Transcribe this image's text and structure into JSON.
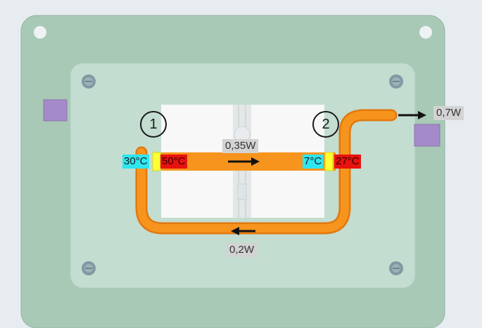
{
  "markers": {
    "first": "1",
    "second": "2"
  },
  "temperatures": {
    "point1_left": "30°C",
    "point1_right": "50°C",
    "point2_left": "7°C",
    "point2_right": "27°C"
  },
  "heat_flows": {
    "inside": "0,35W",
    "return": "0,2W",
    "outlet": "0,7W"
  },
  "colors": {
    "background": "#e7ecf1",
    "plate": "#a8c9b6",
    "pipe": "#f7941d",
    "cold_tag": "#2ee6f0",
    "hot_tag": "#e8120e",
    "value_tag": "#d3d3d3",
    "sensor": "#ffff33",
    "connector": "#a48ac8"
  }
}
